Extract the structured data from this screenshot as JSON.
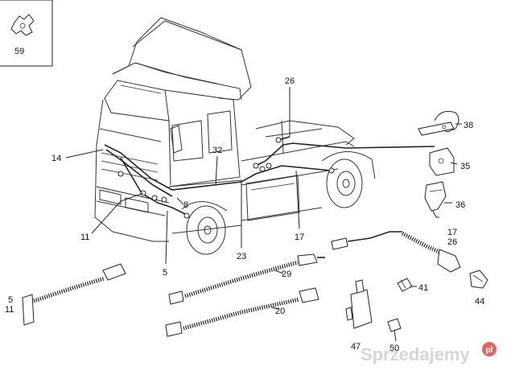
{
  "inset": {
    "number": "59"
  },
  "callouts": {
    "c14": "14",
    "c11": "11",
    "c5a": "5",
    "c8": "8",
    "c32": "32",
    "c26a": "26",
    "c23": "23",
    "c17a": "17",
    "c38": "38",
    "c35": "35",
    "c36": "36",
    "c17b": "17",
    "c26b": "26",
    "c29": "29",
    "c20": "20",
    "c41": "41",
    "c44": "44",
    "c47": "47",
    "c50": "50",
    "c5b": "5",
    "c11b": "11"
  },
  "watermark": {
    "text": "Sprzedajemy",
    "badge": "pl"
  }
}
